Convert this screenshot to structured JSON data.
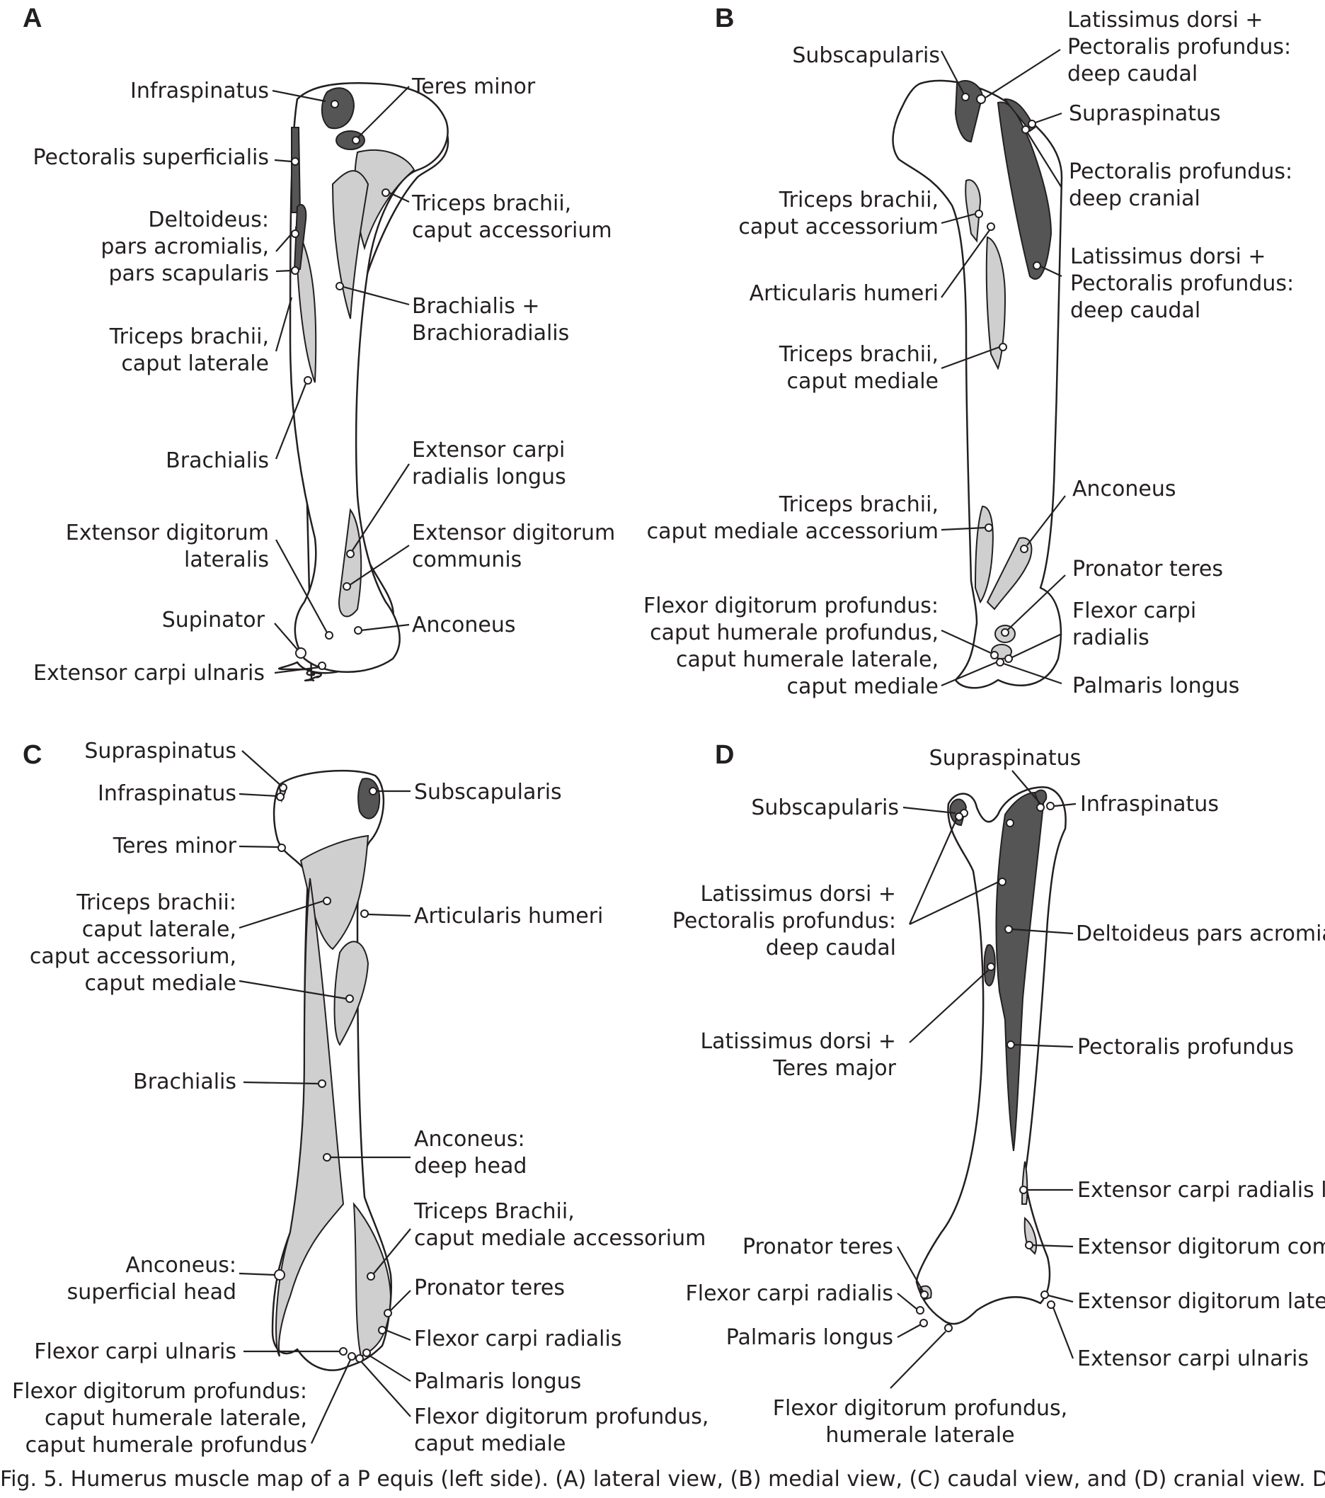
{
  "panels": {
    "A": {
      "label": "A",
      "labels": [
        [
          "Infraspinatus"
        ],
        [
          "Teres minor"
        ],
        [
          "Pectoralis superficialis"
        ],
        [
          "Triceps brachii,",
          "caput accessorium"
        ],
        [
          "Deltoideus:",
          "pars acromialis,",
          "pars scapularis"
        ],
        [
          "Brachialis +",
          "Brachioradialis"
        ],
        [
          "Triceps brachii,",
          "caput laterale"
        ],
        [
          "Brachialis"
        ],
        [
          "Extensor carpi",
          "radialis longus"
        ],
        [
          "Extensor digitorum",
          "lateralis"
        ],
        [
          "Extensor digitorum",
          "communis"
        ],
        [
          "Supinator"
        ],
        [
          "Anconeus"
        ],
        [
          "Extensor carpi ulnaris"
        ]
      ]
    },
    "B": {
      "label": "B",
      "labels": [
        [
          "Subscapularis"
        ],
        [
          "Latissimus dorsi +",
          "Pectoralis profundus:",
          "deep caudal"
        ],
        [
          "Supraspinatus"
        ],
        [
          "Pectoralis profundus:",
          "deep cranial"
        ],
        [
          "Triceps brachii,",
          "caput accessorium"
        ],
        [
          "Latissimus dorsi +",
          "Pectoralis profundus:",
          "deep caudal"
        ],
        [
          "Articularis humeri"
        ],
        [
          "Triceps brachii,",
          "caput mediale"
        ],
        [
          "Anconeus"
        ],
        [
          "Triceps brachii,",
          "caput mediale accessorium"
        ],
        [
          "Pronator teres"
        ],
        [
          "Flexor digitorum profundus:",
          "caput humerale profundus,",
          "caput humerale laterale,",
          "caput mediale"
        ],
        [
          "Flexor carpi",
          "radialis"
        ],
        [
          "Palmaris longus"
        ]
      ]
    },
    "C": {
      "label": "C",
      "labels": [
        [
          "Supraspinatus"
        ],
        [
          "Infraspinatus"
        ],
        [
          "Subscapularis"
        ],
        [
          "Teres minor"
        ],
        [
          "Triceps brachii:",
          "caput laterale,",
          "caput accessorium,",
          "caput mediale"
        ],
        [
          "Articularis humeri"
        ],
        [
          "Brachialis"
        ],
        [
          "Anconeus:",
          "deep head"
        ],
        [
          "Triceps Brachii,",
          "caput mediale accessorium"
        ],
        [
          "Anconeus:",
          "superficial head"
        ],
        [
          "Pronator teres"
        ],
        [
          "Flexor carpi radialis"
        ],
        [
          "Flexor carpi ulnaris"
        ],
        [
          "Palmaris longus"
        ],
        [
          "Flexor digitorum profundus:",
          "caput humerale laterale,",
          "caput humerale profundus"
        ],
        [
          "Flexor digitorum profundus,",
          "caput mediale"
        ]
      ]
    },
    "D": {
      "label": "D",
      "labels": [
        [
          "Supraspinatus"
        ],
        [
          "Subscapularis"
        ],
        [
          "Infraspinatus"
        ],
        [
          "Latissimus dorsi +",
          "Pectoralis profundus:",
          "deep caudal"
        ],
        [
          "Deltoideus pars acromialis"
        ],
        [
          "Latissimus dorsi +",
          "Teres major"
        ],
        [
          "Pectoralis profundus"
        ],
        [
          "Extensor carpi radialis long"
        ],
        [
          "Pronator teres"
        ],
        [
          "Extensor digitorum comm"
        ],
        [
          "Flexor carpi radialis"
        ],
        [
          "Extensor digitorum lateral"
        ],
        [
          "Palmaris longus"
        ],
        [
          "Extensor carpi ulnaris"
        ],
        [
          "Flexor digitorum profundus,",
          "humerale laterale"
        ]
      ]
    }
  },
  "caption": "Fig. 5. Humerus muscle map of a P equis (left side). (A) lateral view, (B) medial view, (C) caudal view, and (D) cranial view. D"
}
